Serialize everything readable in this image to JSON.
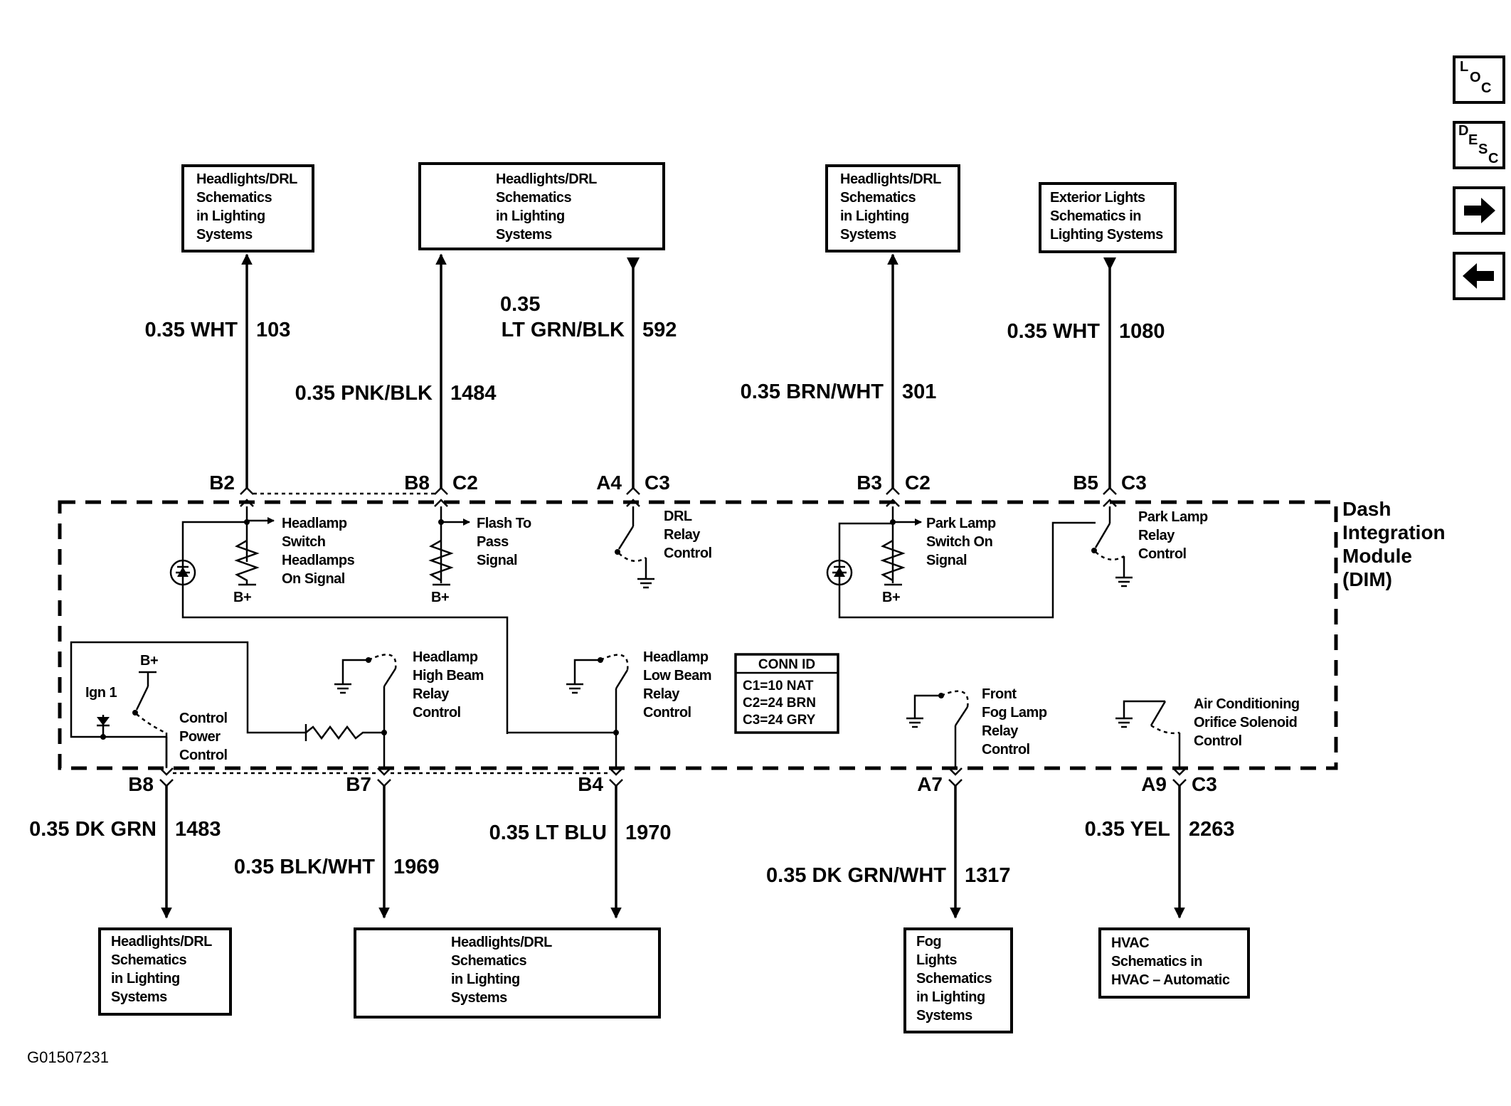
{
  "module_label": [
    "Dash",
    "Integration",
    "Module",
    "(DIM)"
  ],
  "figure_id": "G01507231",
  "nav": {
    "loc": "LOC",
    "desc": "DESC",
    "forward": "→",
    "back": "←"
  },
  "conn_id": {
    "title": "CONN ID",
    "c1": "C1=10 NAT",
    "c2": "C2=24 BRN",
    "c3": "C3=24 GRY"
  },
  "top_boxes": [
    {
      "lines": [
        "Headlights/DRL",
        "Schematics",
        "in Lighting",
        "Systems"
      ]
    },
    {
      "lines": [
        "Headlights/DRL",
        "Schematics",
        "in Lighting",
        "Systems"
      ]
    },
    {
      "lines": [
        "Headlights/DRL",
        "Schematics",
        "in Lighting",
        "Systems"
      ]
    },
    {
      "lines": [
        "Exterior Lights",
        "Schematics in",
        "Lighting Systems"
      ]
    }
  ],
  "bottom_boxes": [
    {
      "lines": [
        "Headlights/DRL",
        "Schematics",
        "in Lighting",
        "Systems"
      ]
    },
    {
      "lines": [
        "Headlights/DRL",
        "Schematics",
        "in Lighting",
        "Systems"
      ]
    },
    {
      "lines": [
        "Fog",
        "Lights",
        "Schematics",
        "in Lighting",
        "Systems"
      ]
    },
    {
      "lines": [
        "HVAC",
        "Schematics in",
        "HVAC – Automatic"
      ]
    }
  ],
  "top_wires": [
    {
      "gauge_color": "0.35 WHT",
      "circuit": "103",
      "pin": "B2",
      "connector": ""
    },
    {
      "gauge_color": "0.35 PNK/BLK",
      "circuit": "1484",
      "pin": "B8",
      "connector": "C2"
    },
    {
      "gauge": "0.35",
      "color": "LT GRN/BLK",
      "circuit": "592",
      "pin": "A4",
      "connector": "C3"
    },
    {
      "gauge_color": "0.35 BRN/WHT",
      "circuit": "301",
      "pin": "B3",
      "connector": "C2"
    },
    {
      "gauge_color": "0.35 WHT",
      "circuit": "1080",
      "pin": "B5",
      "connector": "C3"
    }
  ],
  "bottom_wires": [
    {
      "gauge_color": "0.35 DK GRN",
      "circuit": "1483",
      "pin": "B8"
    },
    {
      "gauge_color": "0.35 BLK/WHT",
      "circuit": "1969",
      "pin": "B7"
    },
    {
      "gauge_color": "0.35 LT BLU",
      "circuit": "1970",
      "pin": "B4"
    },
    {
      "gauge_color": "0.35 DK GRN/WHT",
      "circuit": "1317",
      "pin": "A7"
    },
    {
      "gauge_color": "0.35 YEL",
      "circuit": "2263",
      "pin": "A9",
      "connector": "C3"
    }
  ],
  "components": {
    "hl_switch": [
      "Headlamp",
      "Switch",
      "Headlamps",
      "On Signal"
    ],
    "flash": [
      "Flash To",
      "Pass",
      "Signal"
    ],
    "drl": [
      "DRL",
      "Relay",
      "Control"
    ],
    "park_switch": [
      "Park Lamp",
      "Switch On",
      "Signal"
    ],
    "park_relay": [
      "Park Lamp",
      "Relay",
      "Control"
    ],
    "ctrl_power": [
      "Control",
      "Power",
      "Control"
    ],
    "high_beam": [
      "Headlamp",
      "High Beam",
      "Relay",
      "Control"
    ],
    "low_beam": [
      "Headlamp",
      "Low Beam",
      "Relay",
      "Control"
    ],
    "fog": [
      "Front",
      "Fog Lamp",
      "Relay",
      "Control"
    ],
    "ac": [
      "Air Conditioning",
      "Orifice Solenoid",
      "Control"
    ],
    "bplus": "B+",
    "ign": "Ign 1"
  }
}
